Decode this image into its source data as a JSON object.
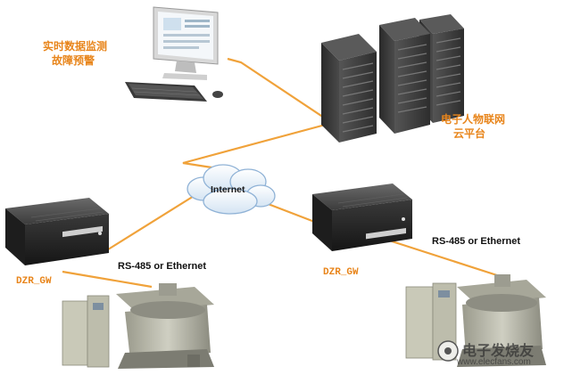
{
  "labels": {
    "monitor_line1": "实时数据监测",
    "monitor_line2": "故障预警",
    "cloud_line1": "电子人物联网",
    "cloud_line2": "云平台",
    "internet": "Internet",
    "link_left": "RS-485 or Ethernet",
    "link_right": "RS-485 or Ethernet",
    "gateway_left": "DZR_GW",
    "gateway_right": "DZR_GW"
  },
  "watermark": {
    "name": "电子发烧友",
    "url": "www.elecfans.com"
  },
  "colors": {
    "connection_line": "#f0a23a",
    "label_accent": "#e8851b",
    "equipment_dark": "#2b2b2b",
    "furnace_body": "#b9b9a8"
  }
}
